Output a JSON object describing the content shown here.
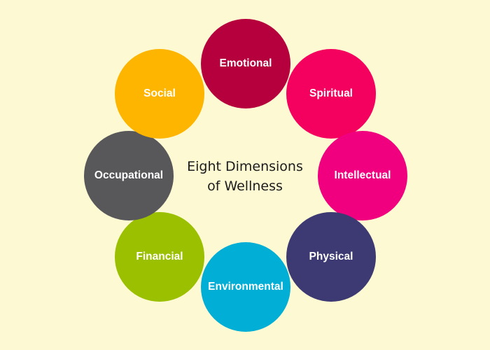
{
  "diagram": {
    "title_line1": "Eight Dimensions",
    "title_line2": "of Wellness",
    "dimensions": [
      {
        "key": "emotional",
        "label": "Emotional",
        "color": "#b5003d"
      },
      {
        "key": "spiritual",
        "label": "Spiritual",
        "color": "#f4005f"
      },
      {
        "key": "intellectual",
        "label": "Intellectual",
        "color": "#f0007f"
      },
      {
        "key": "physical",
        "label": "Physical",
        "color": "#3d3a73"
      },
      {
        "key": "environmental",
        "label": "Environmental",
        "color": "#00aed6"
      },
      {
        "key": "financial",
        "label": "Financial",
        "color": "#9ac000"
      },
      {
        "key": "occupational",
        "label": "Occupational",
        "color": "#58585a"
      },
      {
        "key": "social",
        "label": "Social",
        "color": "#fdb500"
      }
    ]
  },
  "background_color": "#fdf9d2"
}
